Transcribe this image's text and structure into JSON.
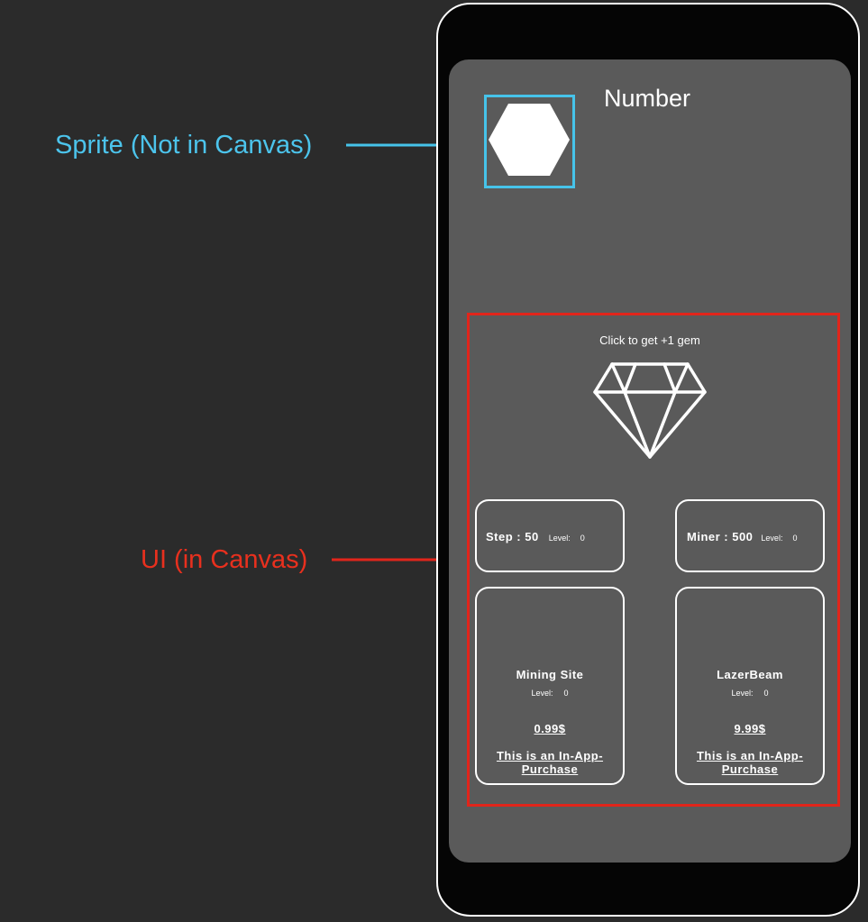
{
  "annotations": {
    "sprite_label": "Sprite (Not in Canvas)",
    "ui_label": "UI (in Canvas)",
    "sprite_color": "#4cc4ec",
    "ui_color": "#e8301e"
  },
  "game": {
    "number_text": "Number",
    "click_prompt": "Click to get +1 gem",
    "gem_icon": "diamond-icon",
    "sprite_icon": "hexagon-icon",
    "upgrades": [
      {
        "name": "Step : 50",
        "level_label": "Level:",
        "level_value": "0"
      },
      {
        "name": "Miner : 500",
        "level_label": "Level:",
        "level_value": "0"
      }
    ],
    "shop": [
      {
        "name": "Mining Site",
        "level_label": "Level:",
        "level_value": "0",
        "price": "0.99$",
        "note": "This is an In-App-Purchase"
      },
      {
        "name": "LazerBeam",
        "level_label": "Level:",
        "level_value": "0",
        "price": "9.99$",
        "note": "This is an In-App-Purchase"
      }
    ]
  }
}
